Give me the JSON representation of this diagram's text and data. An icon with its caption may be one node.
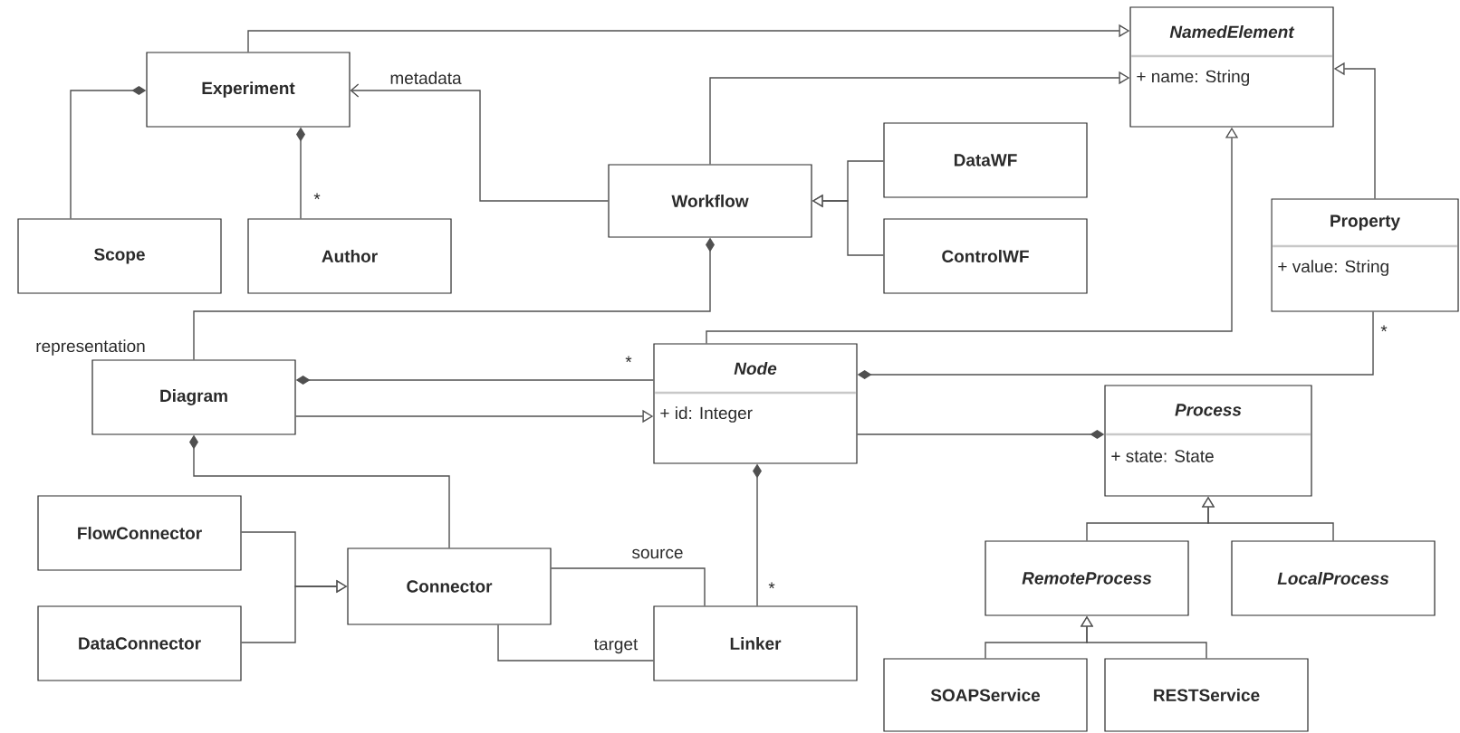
{
  "diagram": {
    "nodes": [
      {
        "text": [
          "NamedElement",
          "+ name: String"
        ]
      },
      {
        "text": [
          "Experiment"
        ]
      },
      {
        "text": [
          "Workflow"
        ]
      },
      {
        "text": [
          "DataWF"
        ]
      },
      {
        "text": [
          "ControlWF"
        ]
      },
      {
        "text": [
          "Property",
          "+ value: String"
        ]
      },
      {
        "text": [
          "Scope"
        ]
      },
      {
        "text": [
          "Author"
        ]
      },
      {
        "text": [
          "Diagram"
        ]
      },
      {
        "text": [
          "Node",
          "+ id: Integer"
        ]
      },
      {
        "text": [
          "Process",
          "+ state: State"
        ]
      },
      {
        "text": [
          "FlowConnector"
        ]
      },
      {
        "text": [
          "Connector"
        ]
      },
      {
        "text": [
          "DataConnector"
        ]
      },
      {
        "text": [
          "Linker"
        ]
      },
      {
        "text": [
          "RemoteProcess"
        ]
      },
      {
        "text": [
          "LocalProcess"
        ]
      },
      {
        "text": [
          "SOAPService"
        ]
      },
      {
        "text": [
          "RESTService"
        ]
      }
    ],
    "edges": [
      {
        "from": 1,
        "to": 0,
        "arrow": "to"
      },
      {
        "from": 2,
        "to": 0,
        "arrow": "to"
      },
      {
        "from": 2,
        "to": 1,
        "arrow": "to",
        "label": "metadata"
      },
      {
        "from": 3,
        "to": 2,
        "arrow": "to"
      },
      {
        "from": 4,
        "to": 2,
        "arrow": "to"
      },
      {
        "from": 1,
        "to": 6,
        "arrow": "other"
      },
      {
        "from": 1,
        "to": 7,
        "arrow": "other",
        "label": "*"
      },
      {
        "from": 2,
        "to": 8,
        "arrow": "other",
        "label": "representation"
      },
      {
        "from": 9,
        "to": 0,
        "arrow": "to"
      },
      {
        "from": 5,
        "to": 0,
        "arrow": "to"
      },
      {
        "from": 9,
        "to": 5,
        "arrow": "other",
        "label": "*"
      },
      {
        "from": 8,
        "to": 9,
        "arrow": "other",
        "label": "*"
      },
      {
        "from": 8,
        "to": 9,
        "arrow": "to"
      },
      {
        "from": 10,
        "to": 9,
        "arrow": "other"
      },
      {
        "from": 9,
        "to": 14,
        "arrow": "other",
        "label": "*"
      },
      {
        "from": 8,
        "to": 12,
        "arrow": "other"
      },
      {
        "from": 11,
        "to": 12,
        "arrow": "to"
      },
      {
        "from": 13,
        "to": 12,
        "arrow": "to"
      },
      {
        "from": 12,
        "to": 14,
        "arrow": "none",
        "label": "source"
      },
      {
        "from": 12,
        "to": 14,
        "arrow": "none",
        "label": "target"
      },
      {
        "from": 15,
        "to": 10,
        "arrow": "to"
      },
      {
        "from": 16,
        "to": 10,
        "arrow": "to"
      },
      {
        "from": 17,
        "to": 15,
        "arrow": "to"
      },
      {
        "from": 18,
        "to": 15,
        "arrow": "to"
      }
    ]
  }
}
